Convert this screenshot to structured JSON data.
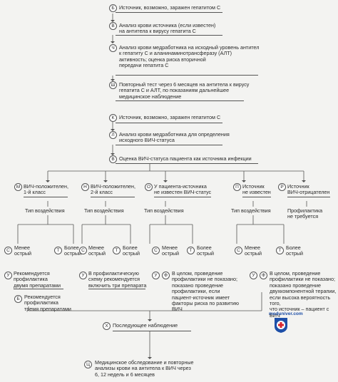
{
  "steps": [
    {
      "letter": "Б",
      "text": "Источник, возможно, заражен гепатитом С"
    },
    {
      "letter": "В",
      "text": "Анализ крови источника (если известен)\nна антитела к вирусу гепатита С"
    },
    {
      "letter": "Ч",
      "text": "Анализ крови медработника на исходный уровень антител\nк гепатиту С и аланинаминотрансферазу (АЛТ)\nактивность; оценка риска вторичной\nпередачи гепатита С"
    },
    {
      "letter": "Ш",
      "text": "Повторный тест через 6 месяцев на антитела к вирусу\nгепатита С и АЛТ, по показаниям дальнейшее\nмедицинское наблюдение"
    },
    {
      "letter": "К",
      "text": "Источник, возможно, заражен гепатитом С"
    },
    {
      "letter": "Л",
      "text": "Анализ крови медработника для определения\nисходного ВИЧ-статуса"
    },
    {
      "letter": "В",
      "text": "Оценка ВИЧ-статуса пациента как источника инфекции"
    }
  ],
  "branches": [
    {
      "letter": "М",
      "text": "ВИЧ-положителен,\n1-й класс"
    },
    {
      "letter": "Н",
      "text": "ВИЧ-положителен,\n2-й класс"
    },
    {
      "letter": "О",
      "text": "У пациента-источника\nне известен ВИЧ-статус"
    },
    {
      "letter": "П",
      "text": "Источник\nне известен"
    },
    {
      "letter": "Р",
      "text": "Источник\nВИЧ-отрицателен"
    }
  ],
  "exposure_type": "Тип воздействия",
  "no_prophylaxis": "Профилактика\nне требуется",
  "less_severe_letter": "С",
  "less_severe": "Менее\nострый",
  "more_severe_letter": "Т",
  "more_severe": "Более\nострый",
  "recommendations": {
    "m_less": {
      "letter": "У",
      "text": "Рекомендуется\nпрофилактика\nдвумя препаратами"
    },
    "m_more": {
      "letter": "Б",
      "text": "Рекомендуется\nпрофилактика\nтремя препаратами"
    },
    "n": {
      "letter": "У",
      "text": "В профилактическую\nсхему рекомендуется\nвключить три препарата"
    },
    "o": {
      "letter1": "У",
      "letter2": "Ф",
      "text": "В целом, проведение\nпрофилактики не показано;\nпоказано проведение\nпрофилактики, если\nпациент-источник имеет\nфакторы риска по развитию\nВИЧ"
    },
    "p": {
      "letter1": "У",
      "letter2": "Ф",
      "text": "В целом, проведение\nпрофилактики не показано;\nпоказано проведение\nдвухкомпонентной терапии,\nесли высока вероятность того,\nчто источник – пациент с ВИЧ"
    }
  },
  "followup": {
    "letter": "Х",
    "text": "Последующее наблюдение"
  },
  "final": {
    "letter": "Ц",
    "text": "Медицинское обследование и повторные\nанализы крови на антитела к ВИЧ через\n6, 12 недель и 6 месяцев"
  },
  "watermark": "meduniver.com",
  "colors": {
    "line": "#555555",
    "logo_blue": "#1d4fa8",
    "logo_red": "#d8262e"
  }
}
